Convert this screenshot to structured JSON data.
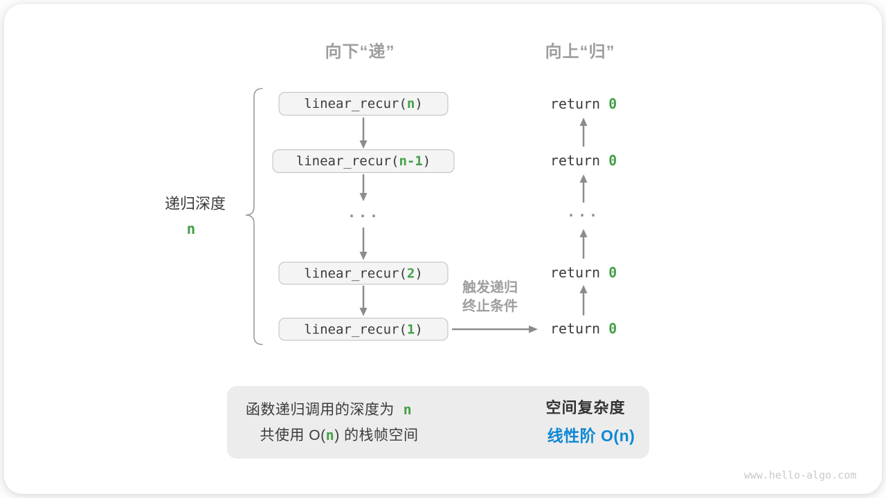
{
  "headers": {
    "descend": "向下“递”",
    "ascend": "向上“归”"
  },
  "depth_label": {
    "text": "递归深度",
    "value": "n"
  },
  "call_stack": {
    "boxes": [
      {
        "prefix": "linear_recur(",
        "arg": "n",
        "suffix": ")"
      },
      {
        "prefix": "linear_recur(",
        "arg": "n-1",
        "suffix": ")"
      },
      {
        "prefix": "linear_recur(",
        "arg": "2",
        "suffix": ")"
      },
      {
        "prefix": "linear_recur(",
        "arg": "1",
        "suffix": ")"
      }
    ],
    "ellipsis": "..."
  },
  "returns": {
    "keyword": "return",
    "value": "0"
  },
  "base_case_label": {
    "line1": "触发递归",
    "line2": "终止条件"
  },
  "summary": {
    "line1_text": "函数递归调用的深度为",
    "line1_value": "n",
    "line2_prefix": "共使用 O(",
    "line2_value": "n",
    "line2_suffix": ") 的栈帧空间",
    "right_title": "空间复杂度",
    "right_result_prefix": "线性阶 O(",
    "right_result_value": "n",
    "right_result_suffix": ")"
  },
  "watermark": "www.hello-algo.com",
  "colors": {
    "accent_green": "#43a047",
    "accent_blue": "#0e87d5",
    "arrow_gray": "#8c8c8c",
    "label_gray": "#9e9e9e"
  }
}
